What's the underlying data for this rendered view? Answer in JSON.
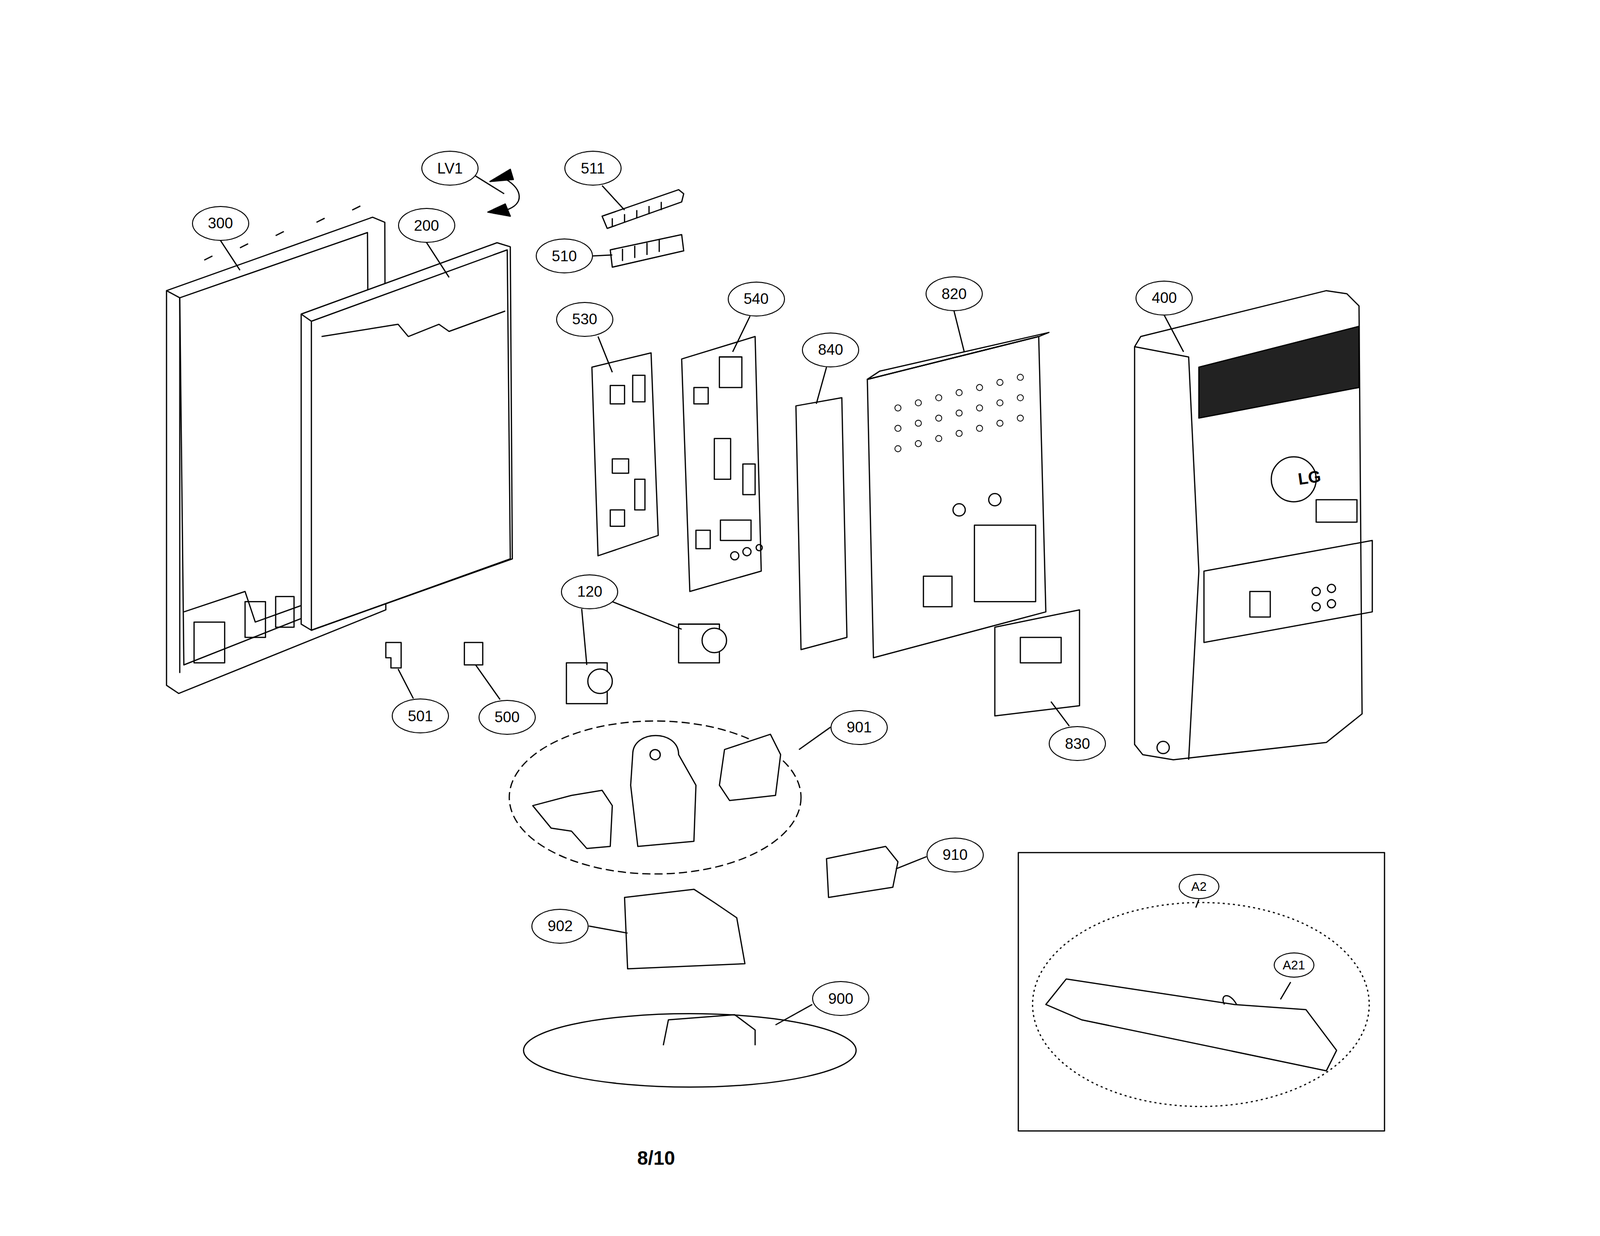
{
  "diagram": {
    "nodes": [
      {
        "text": [
          "LV1"
        ]
      },
      {
        "text": [
          "511"
        ]
      },
      {
        "text": [
          "300"
        ]
      },
      {
        "text": [
          "200"
        ]
      },
      {
        "text": [
          "510"
        ]
      },
      {
        "text": [
          "530"
        ]
      },
      {
        "text": [
          "540"
        ]
      },
      {
        "text": [
          "820"
        ]
      },
      {
        "text": [
          "400"
        ]
      },
      {
        "text": [
          "840"
        ]
      },
      {
        "text": [
          "120"
        ]
      },
      {
        "text": [
          "501"
        ]
      },
      {
        "text": [
          "500"
        ]
      },
      {
        "text": [
          "901"
        ]
      },
      {
        "text": [
          "830"
        ]
      },
      {
        "text": [
          "910"
        ]
      },
      {
        "text": [
          "902"
        ]
      },
      {
        "text": [
          "900"
        ]
      },
      {
        "text": [
          "A2"
        ]
      },
      {
        "text": [
          "A21"
        ]
      }
    ],
    "labels": [
      "8/10",
      "LG"
    ]
  }
}
